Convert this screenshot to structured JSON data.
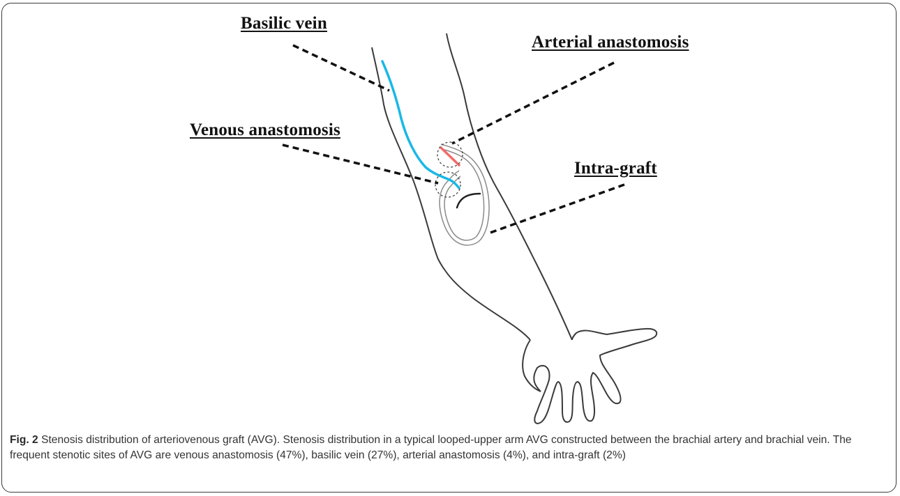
{
  "figure": {
    "labels": {
      "basilic_vein": "Basilic vein",
      "arterial_anastomosis": "Arterial anastomosis",
      "venous_anastomosis": "Venous anastomosis",
      "intra_graft": "Intra-graft"
    },
    "colors": {
      "vein": "#1ab8e6",
      "artery": "#f26a6a",
      "outline": "#3a3a3a",
      "graft": "#8a8a8a",
      "border": "#3a3a3a"
    },
    "caption": {
      "fig_number": "Fig. 2",
      "text": "Stenosis distribution of arteriovenous graft (AVG). Stenosis distribution in a typical looped-upper arm AVG constructed between the brachial artery and brachial vein. The frequent stenotic sites of AVG are venous anastomosis (47%), basilic vein (27%), arterial anastomosis (4%), and intra-graft (2%)"
    }
  }
}
